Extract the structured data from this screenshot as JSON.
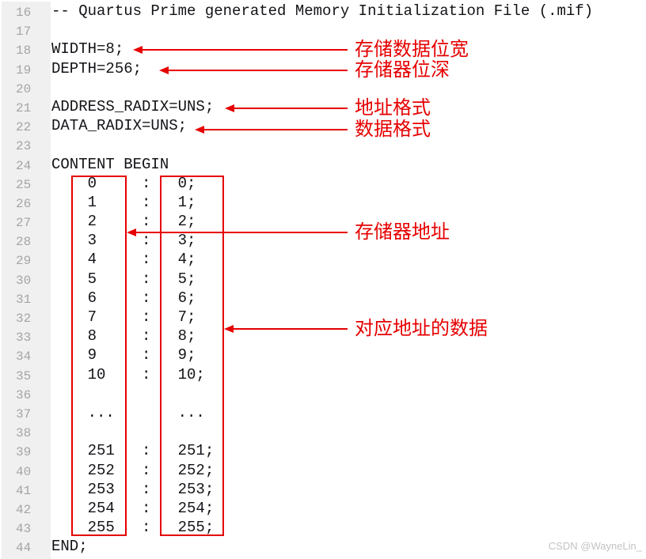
{
  "editor": {
    "lines": [
      {
        "num": "16",
        "code": "-- Quartus Prime generated Memory Initialization File (.mif)"
      },
      {
        "num": "17",
        "code": ""
      },
      {
        "num": "18",
        "code": "WIDTH=8;"
      },
      {
        "num": "19",
        "code": "DEPTH=256;"
      },
      {
        "num": "20",
        "code": ""
      },
      {
        "num": "21",
        "code": "ADDRESS_RADIX=UNS;"
      },
      {
        "num": "22",
        "code": "DATA_RADIX=UNS;"
      },
      {
        "num": "23",
        "code": ""
      },
      {
        "num": "24",
        "code": "CONTENT BEGIN"
      },
      {
        "num": "25",
        "code": "    0     :   0;"
      },
      {
        "num": "26",
        "code": "    1     :   1;"
      },
      {
        "num": "27",
        "code": "    2     :   2;"
      },
      {
        "num": "28",
        "code": "    3     :   3;"
      },
      {
        "num": "29",
        "code": "    4     :   4;"
      },
      {
        "num": "30",
        "code": "    5     :   5;"
      },
      {
        "num": "31",
        "code": "    6     :   6;"
      },
      {
        "num": "32",
        "code": "    7     :   7;"
      },
      {
        "num": "33",
        "code": "    8     :   8;"
      },
      {
        "num": "34",
        "code": "    9     :   9;"
      },
      {
        "num": "35",
        "code": "    10    :   10;"
      },
      {
        "num": "36",
        "code": ""
      },
      {
        "num": "37",
        "code": "    ...       ..."
      },
      {
        "num": "38",
        "code": ""
      },
      {
        "num": "39",
        "code": "    251   :   251;"
      },
      {
        "num": "40",
        "code": "    252   :   252;"
      },
      {
        "num": "41",
        "code": "    253   :   253;"
      },
      {
        "num": "42",
        "code": "    254   :   254;"
      },
      {
        "num": "43",
        "code": "    255   :   255;"
      },
      {
        "num": "44",
        "code": "END;"
      }
    ]
  },
  "annotations": [
    {
      "label": "存储数据位宽",
      "target": "WIDTH=8;"
    },
    {
      "label": "存储器位深",
      "target": "DEPTH=256;"
    },
    {
      "label": "地址格式",
      "target": "ADDRESS_RADIX=UNS;"
    },
    {
      "label": "数据格式",
      "target": "DATA_RADIX=UNS;"
    },
    {
      "label": "存储器地址",
      "target": "address-column"
    },
    {
      "label": "对应地址的数据",
      "target": "data-column"
    }
  ],
  "watermark": {
    "text": "CSDN @WayneLin_"
  },
  "colors": {
    "red": "#e60000",
    "code_text": "#131318",
    "line_number": "#a5a5a8",
    "gutter_bg": "#f0f0f0",
    "watermark": "#c3c3c3"
  }
}
